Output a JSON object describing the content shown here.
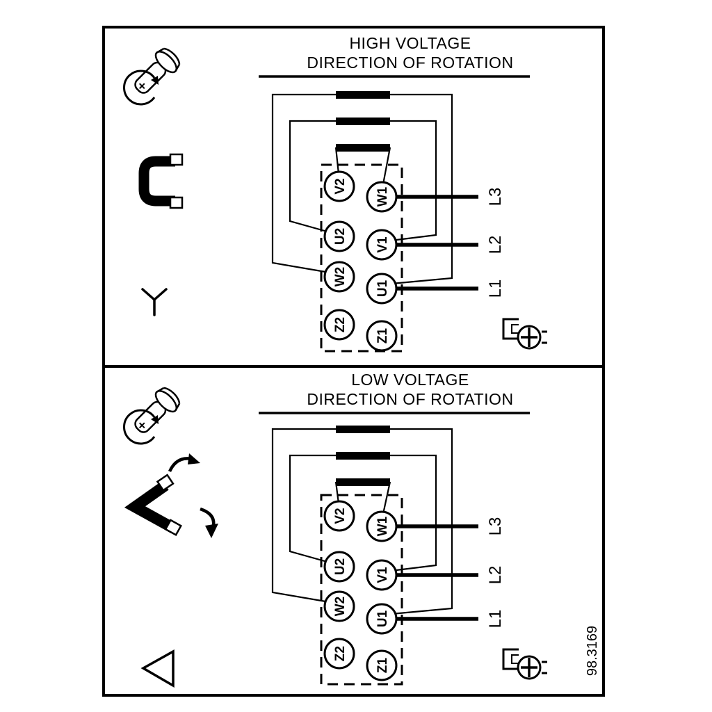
{
  "figure_number": "98.3169",
  "colors": {
    "line": "#000000",
    "background": "#ffffff"
  },
  "panels": [
    {
      "id": "high-voltage",
      "title_line1": "HIGH VOLTAGE",
      "title_line2": "DIRECTION OF ROTATION",
      "connection": "star",
      "terminals_left": [
        "V2",
        "U2",
        "W2",
        "Z2"
      ],
      "terminals_right": [
        "W1",
        "V1",
        "U1",
        "Z1"
      ],
      "supply_lines": [
        "L3",
        "L2",
        "L1"
      ],
      "icons": [
        "screw-rotation-icon",
        "jumper-bridge-icon",
        "star-connection-icon",
        "terminal-screw-icon"
      ]
    },
    {
      "id": "low-voltage",
      "title_line1": "LOW VOLTAGE",
      "title_line2": "DIRECTION OF ROTATION",
      "connection": "delta",
      "terminals_left": [
        "V2",
        "U2",
        "W2",
        "Z2"
      ],
      "terminals_right": [
        "W1",
        "V1",
        "U1",
        "Z1"
      ],
      "supply_lines": [
        "L3",
        "L2",
        "L1"
      ],
      "icons": [
        "screw-rotation-icon",
        "delta-jumper-rearrange-icon",
        "delta-connection-icon",
        "terminal-screw-icon"
      ]
    }
  ]
}
